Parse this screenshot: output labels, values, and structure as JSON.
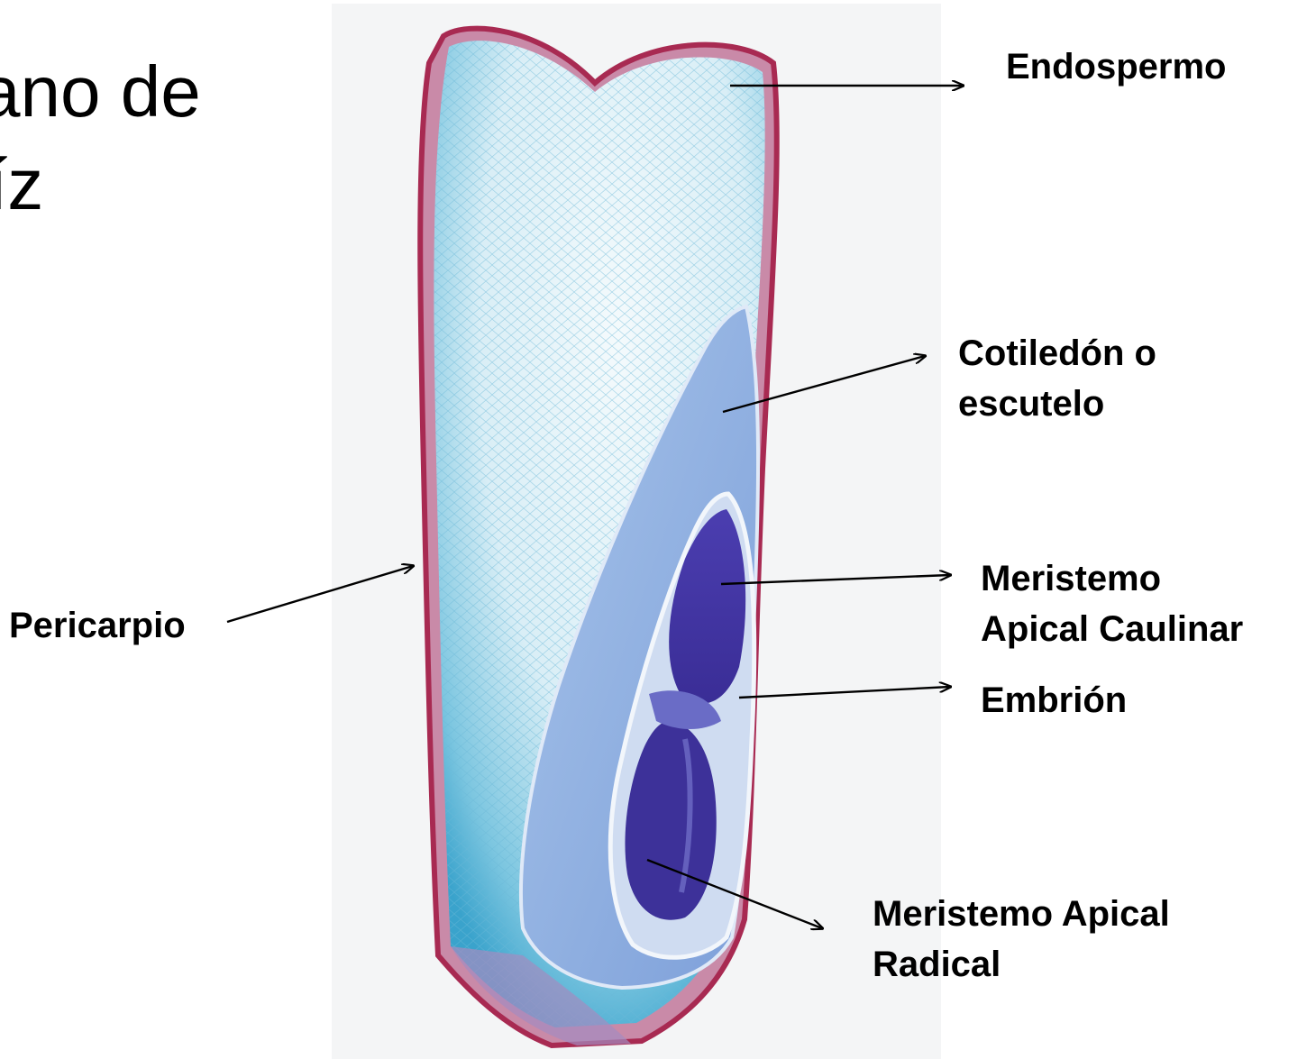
{
  "title": {
    "line1": "ano de",
    "line2": "íz"
  },
  "labels": {
    "endospermo": "Endospermo",
    "cotiledon_line1": "Cotiledón o",
    "cotiledon_line2": "escutelo",
    "meristemo_caulinar_line1": "Meristemo",
    "meristemo_caulinar_line2": "Apical Caulinar",
    "embrion": "Embrión",
    "meristemo_radical_line1": "Meristemo Apical",
    "meristemo_radical_line2": "Radical",
    "pericarpio": "Pericarpio"
  },
  "colors": {
    "pericarp": "#b8325a",
    "endosperm_blue": "#5bb7d8",
    "endosperm_white": "#eef7fb",
    "scutellum": "#8fb3e0",
    "embryo_dark": "#3b2e9a",
    "embryo_mid": "#6a6cc6"
  }
}
